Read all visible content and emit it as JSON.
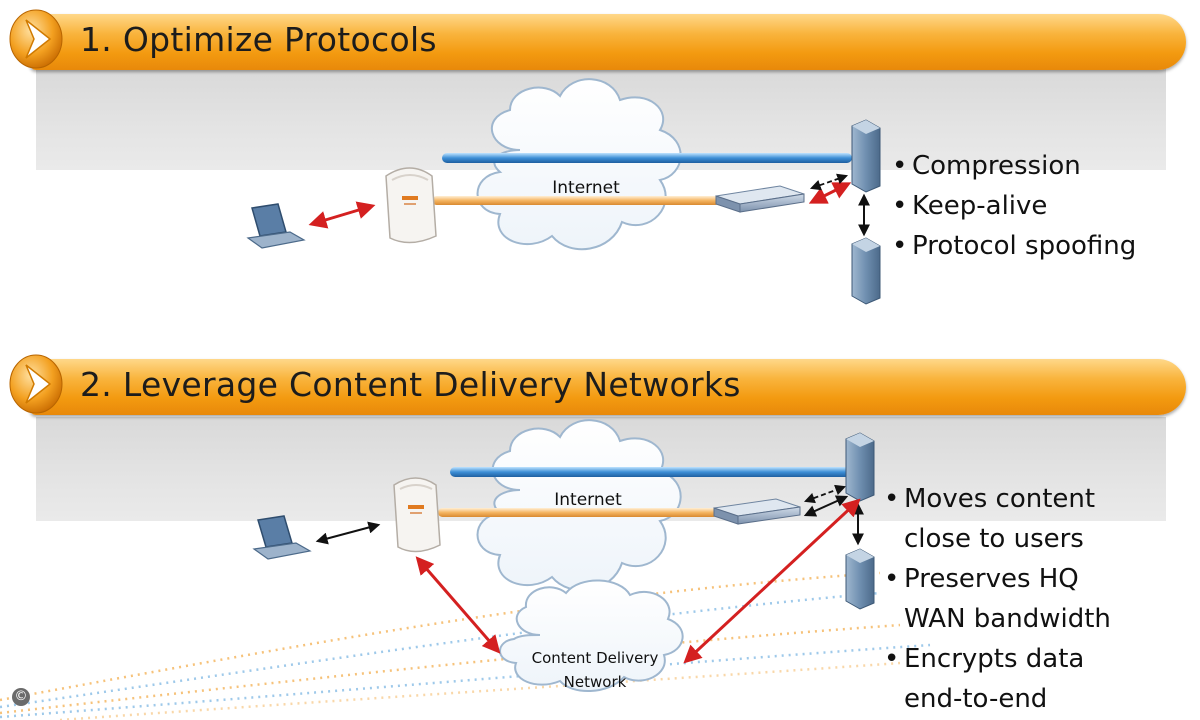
{
  "sections": [
    {
      "title": "1. Optimize Protocols",
      "cloud_label": "Internet",
      "bullets": [
        "Compression",
        "Keep-alive",
        "Protocol spoofing"
      ]
    },
    {
      "title": "2. Leverage Content Delivery Networks",
      "cloud_label": "Internet",
      "cdn_label_line1": "Content Delivery",
      "cdn_label_line2": "Network",
      "bullets": [
        "Moves content",
        "close to users",
        "Preserves HQ",
        "WAN bandwidth",
        "Encrypts data",
        "end-to-end"
      ]
    }
  ],
  "footer": {
    "copyright_symbol": "©"
  },
  "colors": {
    "header_orange": "#f39a10",
    "tunnel_blue": "#3d8fd6",
    "tunnel_orange": "#f5b562",
    "arrow_red": "#d42020",
    "panel_gray": "#dedede"
  }
}
